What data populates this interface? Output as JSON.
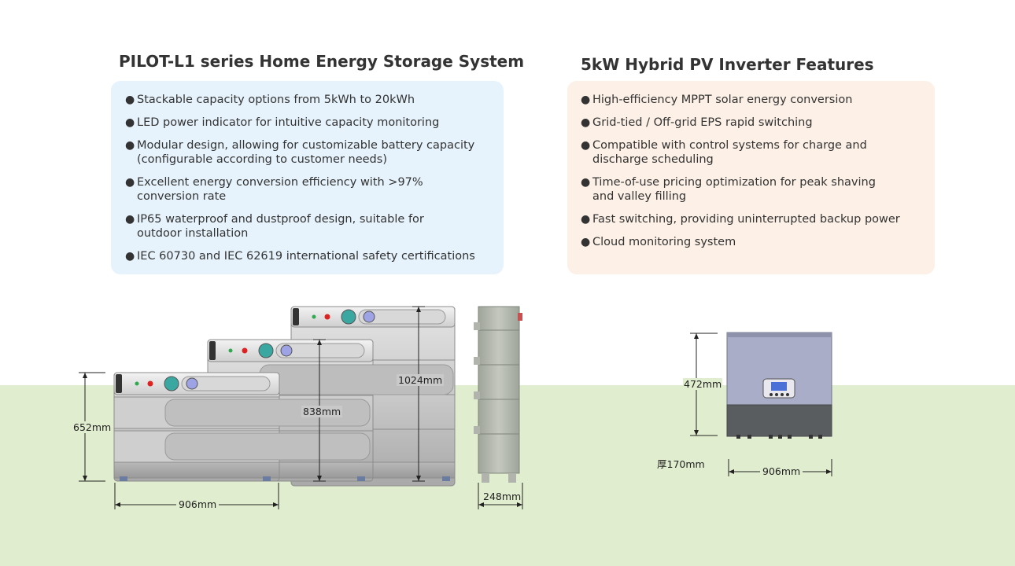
{
  "storage": {
    "title": "PILOT-L1 series Home Energy Storage System",
    "features": [
      "Stackable capacity options from 5kWh to 20kWh",
      "LED power indicator for intuitive capacity monitoring",
      "Modular design, allowing for customizable battery capacity\n(configurable according to customer needs)",
      "Excellent energy conversion efficiency with >97%\nconversion rate",
      "IP65 waterproof and dustproof design, suitable for\noutdoor installation",
      "IEC 60730 and IEC 62619 international safety certifications"
    ],
    "panel_color": "#e6f3fc",
    "dimensions": {
      "height_small": "652mm",
      "height_medium": "838mm",
      "height_large": "1024mm",
      "width": "906mm",
      "depth": "248mm"
    }
  },
  "inverter": {
    "title": "5kW Hybrid PV Inverter Features",
    "features": [
      "High-efficiency MPPT solar energy conversion",
      "Grid-tied / Off-grid EPS rapid switching",
      "Compatible with control systems for charge and\ndischarge scheduling",
      "Time-of-use pricing optimization for peak shaving\nand valley filling",
      "Fast switching, providing uninterrupted backup power",
      "Cloud monitoring system"
    ],
    "panel_color": "#fdf0e6",
    "dimensions": {
      "height": "472mm",
      "thickness": "厚170mm",
      "width": "906mm"
    }
  },
  "bullet_glyph": "●",
  "ground_color": "#e1edcf"
}
